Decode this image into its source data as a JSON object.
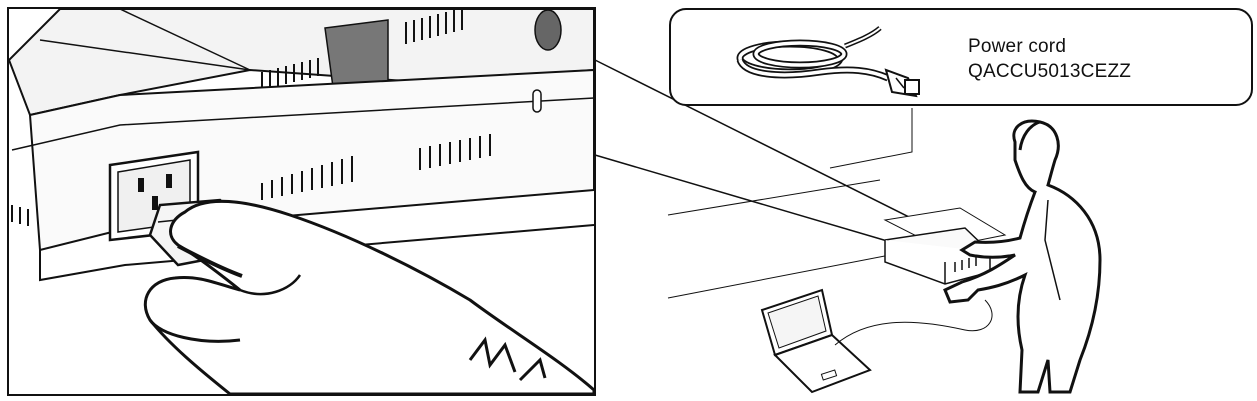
{
  "callout": {
    "item_name": "Power cord",
    "part_number": "QACCU5013CEZZ",
    "icon": "power-cord-icon"
  },
  "illustration": {
    "left_panel": "closeup-of-plug-insertion",
    "right_panel": "person-with-projector-and-laptop"
  },
  "colors": {
    "line": "#111111",
    "panel_shade": "#777777",
    "light_fill": "#f2f2f2",
    "background": "#ffffff"
  }
}
